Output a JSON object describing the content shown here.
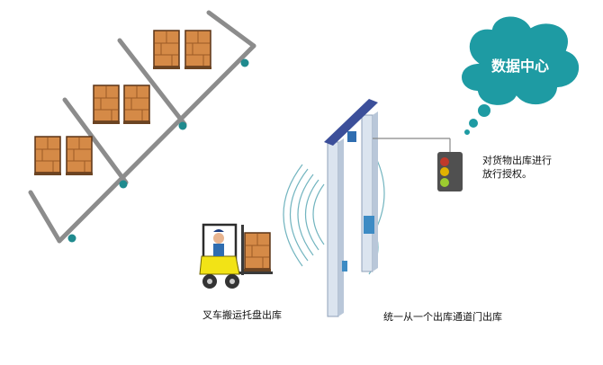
{
  "cloud": {
    "label": "数据中心"
  },
  "authorize_label": "对货物出库进行放行授权。",
  "forklift_label": "叉车搬运托盘出库",
  "gate_label": "统一从一个出库通道门出库",
  "icons": {
    "cloud": "cloud-icon",
    "traffic_light": "traffic-light-icon",
    "forklift": "forklift-icon",
    "rfid_gate": "rfid-gate-icon",
    "pallet": "pallet-box-icon"
  },
  "colors": {
    "cloud": "#1e9ba3",
    "rack": "#8c8c8c",
    "rack_node": "#1f8a8e",
    "box": "#d58a47",
    "gate": "#dbe4ef",
    "gate_top": "#3c4f9a",
    "forklift": "#f2e316",
    "signal_red": "#c0392b",
    "signal_yellow": "#e0b200",
    "signal_green": "#9ccc30"
  }
}
